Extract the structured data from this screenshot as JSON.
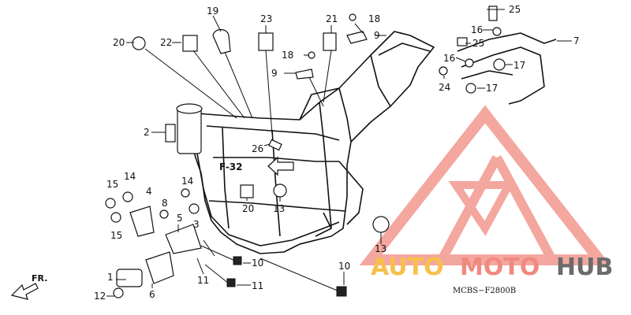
{
  "labels": {
    "l1": "1",
    "l2": "2",
    "l3": "3",
    "l4": "4",
    "l5": "5",
    "l6": "6",
    "l7": "7",
    "l8": "8",
    "l9a": "9",
    "l9b": "9",
    "l10a": "10",
    "l10b": "10",
    "l11a": "11",
    "l11b": "11",
    "l12": "12",
    "l13a": "13",
    "l13b": "13",
    "l14a": "14",
    "l14b": "14",
    "l15a": "15",
    "l15b": "15",
    "l16a": "16",
    "l16b": "16",
    "l17a": "17",
    "l17b": "17",
    "l18a": "18",
    "l18b": "18",
    "l19": "19",
    "l20a": "20",
    "l20b": "20",
    "l21": "21",
    "l22": "22",
    "l23": "23",
    "l24": "24",
    "l25a": "25",
    "l25b": "25",
    "l26": "26"
  },
  "ref": {
    "f32": "F-32",
    "fr": "FR."
  },
  "drawing_code": "MCBS−F2800B",
  "watermark": {
    "word_a": "AUTO",
    "word_b": "MOTO",
    "word_c": "HUB",
    "colors": {
      "auto": "#f7c04a",
      "moto": "#f08a80",
      "hub": "#6b6b6b",
      "logo": "#f08a80"
    }
  }
}
